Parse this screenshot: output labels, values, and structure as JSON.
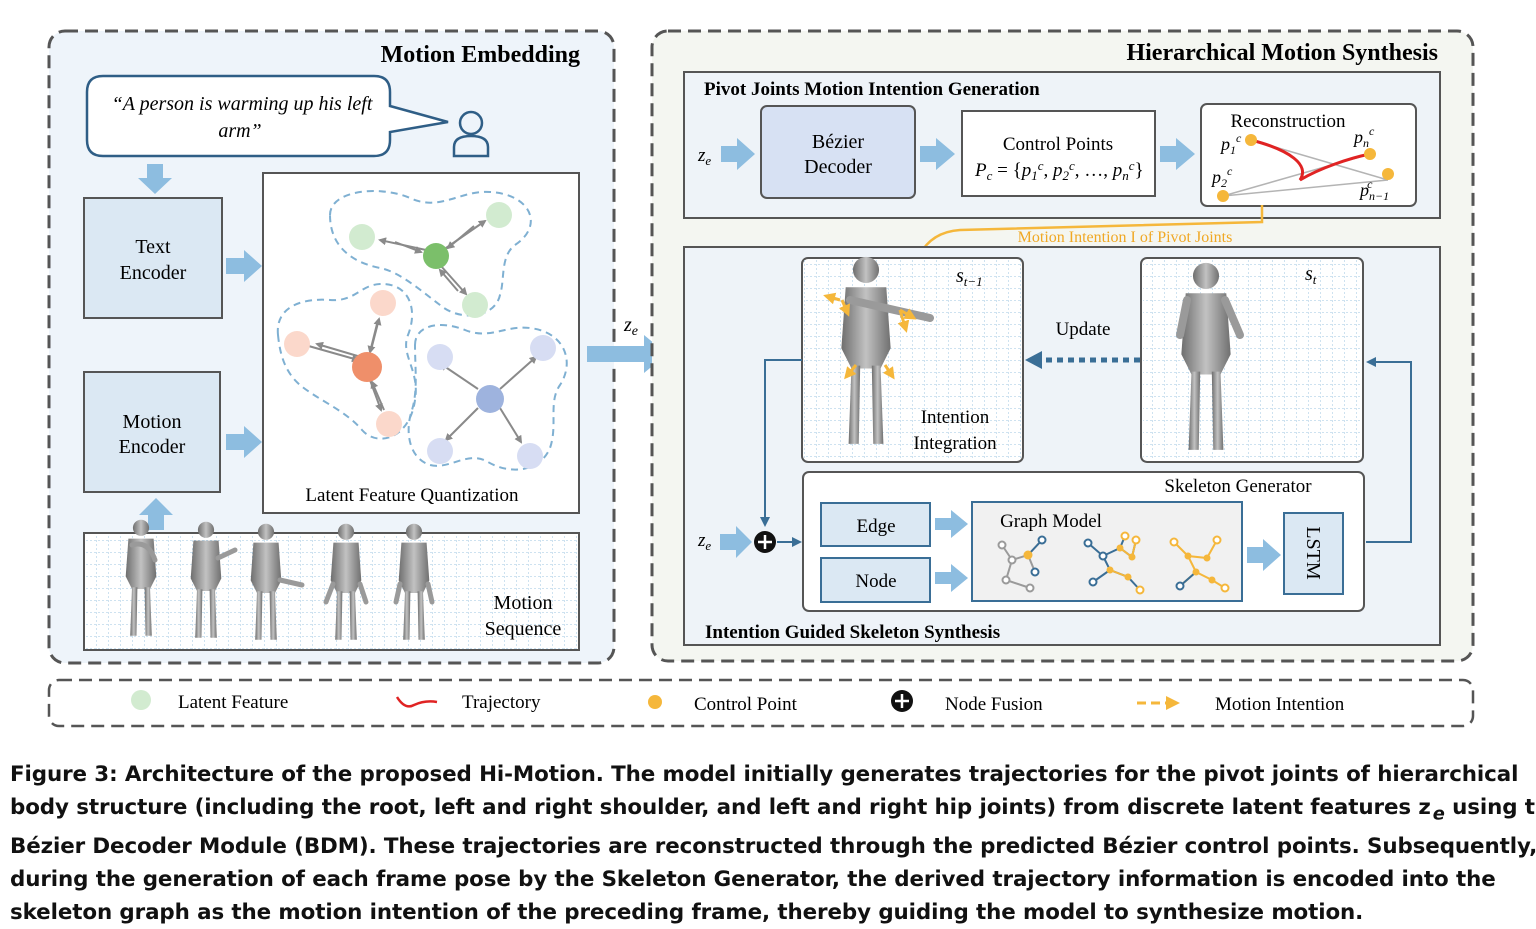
{
  "panels": {
    "motion_embedding": {
      "title": "Motion Embedding",
      "prompt_text_line1": "“A person is warming up his left",
      "prompt_text_line2": "arm”",
      "text_encoder_line1": "Text",
      "text_encoder_line2": "Encoder",
      "motion_encoder_line1": "Motion",
      "motion_encoder_line2": "Encoder",
      "quantization_label": "Latent Feature Quantization",
      "sequence_line1": "Motion",
      "sequence_line2": "Sequence"
    },
    "hierarchical_synthesis": {
      "title": "Hierarchical Motion Synthesis",
      "pivot_section_title": "Pivot Joints Motion Intention Generation",
      "bezier_line1": "Bézier",
      "bezier_line2": "Decoder",
      "control_points_title": "Control Points",
      "control_points_formula": "P",
      "reconstruction_title": "Reconstruction",
      "motion_intention_label": "Motion Intention I of Pivot Joints",
      "update_label": "Update",
      "intention_line1": "Intention",
      "intention_line2": "Integration",
      "skeleton_generator_title": "Skeleton Generator",
      "edge_label": "Edge",
      "node_label": "Node",
      "graph_model_label": "Graph Model",
      "lstm_label": "LSTM",
      "guided_section_title": "Intention Guided Skeleton Synthesis",
      "state_prev": "s",
      "state_curr": "s"
    },
    "latent_symbol": "z"
  },
  "legend": [
    {
      "icon": "latent-feature-dot",
      "label": "Latent Feature"
    },
    {
      "icon": "trajectory-curve",
      "label": "Trajectory"
    },
    {
      "icon": "control-point-dot",
      "label": "Control Point"
    },
    {
      "icon": "node-fusion-symbol",
      "label": "Node Fusion"
    },
    {
      "icon": "motion-intention-arrow",
      "label": "Motion Intention"
    }
  ],
  "caption": [
    "Figure 3: Architecture of the proposed Hi-Motion. The model initially generates trajectories for the pivot joints of hierarchical",
    "body structure (including the root, left and right shoulder, and left and right hip joints) from discrete latent features z",
    "Bézier Decoder Module (BDM). These trajectories are reconstructed through the predicted Bézier control points. Subsequently,",
    "during the generation of each frame pose by the Skeleton Generator, the derived trajectory information is encoded into the",
    "skeleton graph as the motion intention of the preceding frame, thereby guiding the model to synthesize motion."
  ],
  "caption_inline": {
    "subscript": "e",
    "tail": " using the"
  },
  "colors": {
    "panel_left_bg": "#eef4fa",
    "panel_right_bg": "#f4f6f1",
    "box_fill": "#dbe8f3",
    "arrow_blue": "#8dbde0",
    "intention_orange": "#f5b73b",
    "trajectory_red": "#e02323",
    "line_blue": "#3a6e96"
  }
}
